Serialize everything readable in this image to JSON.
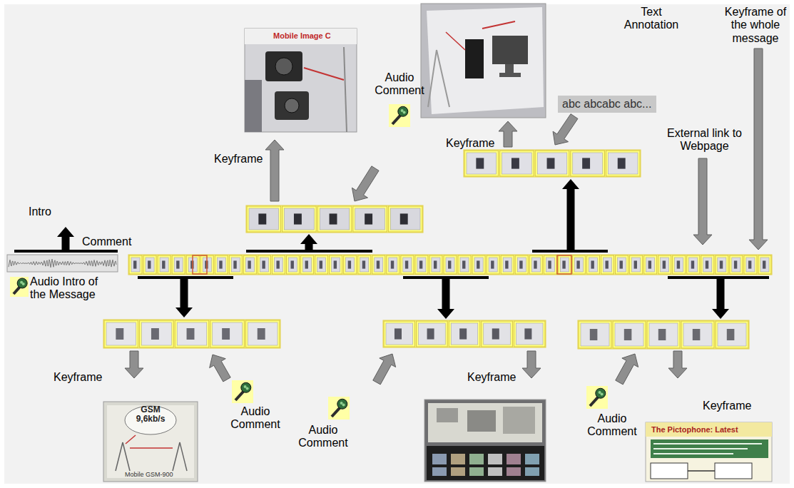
{
  "diagram": {
    "nodes": [
      {
        "text": [
          "Mobile Image C"
        ]
      },
      {
        "text": [
          "abc abcabc abc..."
        ]
      },
      {
        "text": [
          "GSM 9,6kb/s",
          "Mobile GSM-900"
        ]
      },
      {
        "text": [
          "The Pictophone: Latest"
        ]
      }
    ],
    "labels": [
      "Text Annotation",
      "Keyframe of the whole message",
      "Audio Comment",
      "External link to Webpage",
      "Keyframe",
      "Keyframe",
      "Intro",
      "Comment",
      "Audio Intro of the Message",
      "Keyframe",
      "Keyframe",
      "Keyframe",
      "Audio Comment",
      "Audio Comment",
      "Audio Comment"
    ]
  }
}
